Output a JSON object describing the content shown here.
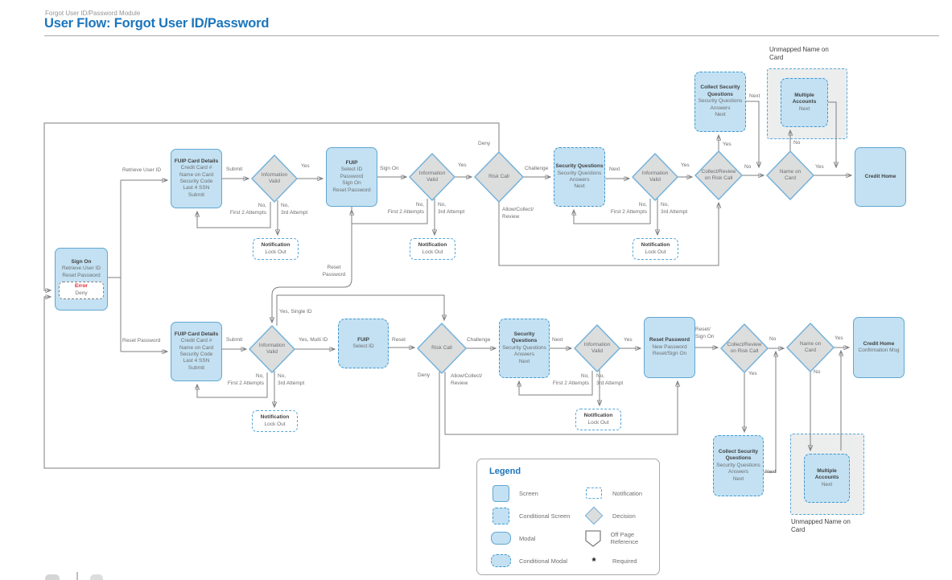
{
  "header": {
    "eyebrow": "Forgot User ID/Password Module",
    "title": "User Flow: Forgot User ID/Password"
  },
  "flow": {
    "nodes": {
      "sign_on": {
        "title": "Sign On",
        "body": "Retrieve User ID\nReset Password"
      },
      "error": {
        "title": "Error",
        "body": "Deny"
      },
      "fuip_card": {
        "title": "FUIP Card Details",
        "body": "Credit Card #\nName on Card\nSecurity Code\nLast 4 SSN\nSubmit"
      },
      "information_valid": {
        "body": "Information\nValid"
      },
      "notification": {
        "title": "Notification",
        "body": "Lock Out"
      },
      "fuip_full": {
        "title": "FUIP",
        "body": "Select ID\nPassword\nSign On\nReset Password"
      },
      "fuip_select": {
        "title": "FUIP",
        "body": "Select ID"
      },
      "risk_call": {
        "body": "Risk Call"
      },
      "security_questions": {
        "title": "Security Questions",
        "body": "Security Questions\nAnswers\nNext"
      },
      "collect_review": {
        "body": "Collect/Review\non Risk Call"
      },
      "collect_security_questions": {
        "title": "Collect Security\nQuestions",
        "body": "Security Questions\nAnswers\nNext"
      },
      "multiple_accounts": {
        "title": "Multiple Accounts",
        "body": "Next"
      },
      "name_on_card": {
        "body": "Name on\nCard"
      },
      "credit_home": {
        "title": "Credit Home"
      },
      "credit_home_confirmation": {
        "title": "Credit Home",
        "body": "Confirmation Msg"
      },
      "reset_password": {
        "title": "Reset Password",
        "body": "New Password\nReset/Sign On"
      },
      "unmapped_group_label": "Unmapped Name on\nCard"
    },
    "edge_labels": {
      "retrieve_user_id": "Retrieve User ID",
      "reset_password": "Reset Password",
      "reset_password_wrapped": "Reset\nPassword",
      "submit": "Submit",
      "yes": "Yes",
      "no": "No",
      "next": "Next",
      "deny": "Deny",
      "challenge": "Challenge",
      "sign_on": "Sign On",
      "reset": "Reset",
      "no_first_two_attempts": "No,\nFirst 2 Attempts",
      "no_third_attempt": "No,\n3rd Attempt",
      "allow_collect_review": "Allow/Collect/\nReview",
      "yes_single_id": "Yes, Single ID",
      "yes_multi_id": "Yes, Multi ID",
      "reset_sign_on": "Reset/\nSign On"
    }
  },
  "legend": {
    "title": "Legend",
    "screen": "Screen",
    "conditional_screen": "Conditional Screen",
    "modal": "Modal",
    "conditional_modal": "Conditional Modal",
    "notification": "Notification",
    "decision": "Decision",
    "off_page_reference": "Off Page Reference",
    "required": "Required",
    "required_symbol": "*"
  }
}
